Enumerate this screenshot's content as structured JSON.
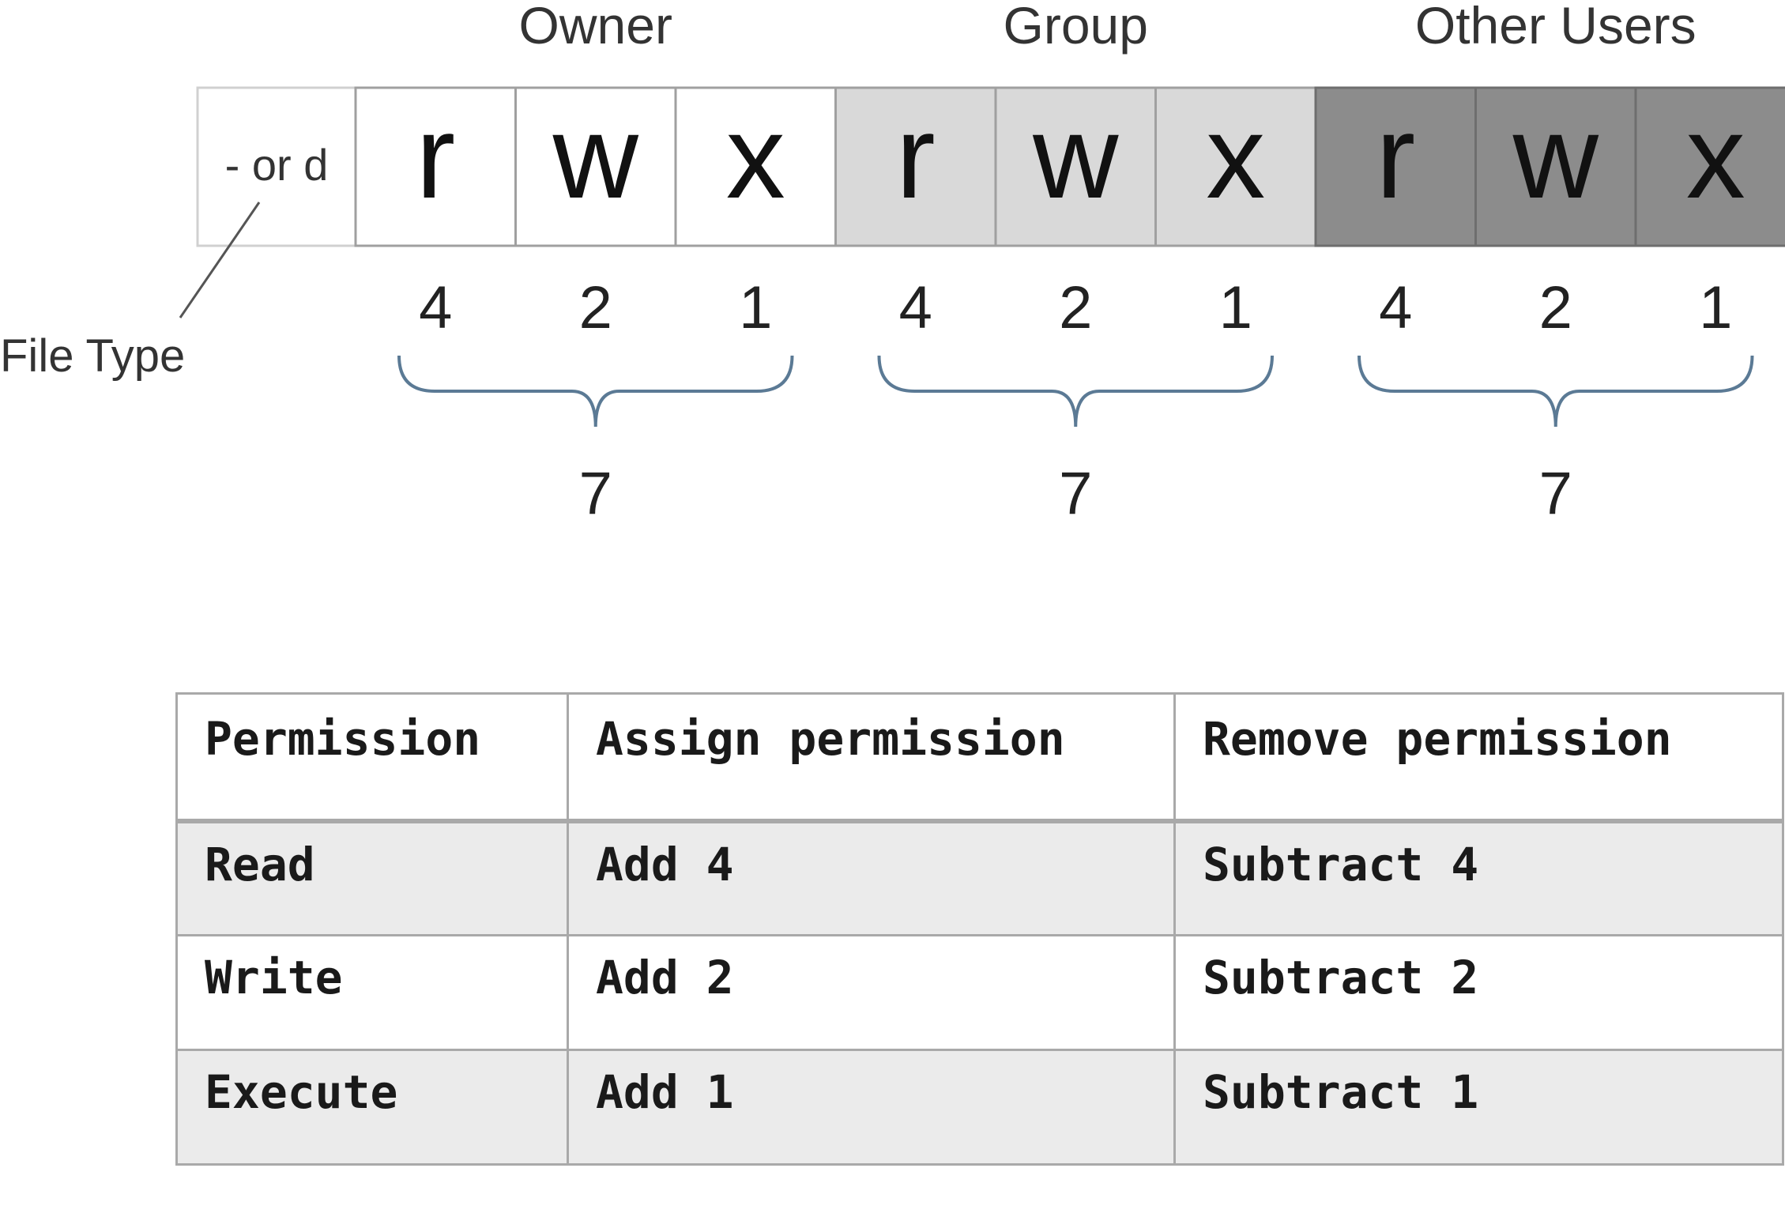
{
  "diagram": {
    "file_type_cell": "- or d",
    "file_type_label": "File Type",
    "groups": [
      {
        "label": "Owner",
        "shade": "#ffffff",
        "letters": [
          "r",
          "w",
          "x"
        ],
        "values": [
          "4",
          "2",
          "1"
        ],
        "sum": "7"
      },
      {
        "label": "Group",
        "shade": "#d9d9d9",
        "letters": [
          "r",
          "w",
          "x"
        ],
        "values": [
          "4",
          "2",
          "1"
        ],
        "sum": "7"
      },
      {
        "label": "Other Users",
        "shade": "#8c8c8c",
        "letters": [
          "r",
          "w",
          "x"
        ],
        "values": [
          "4",
          "2",
          "1"
        ],
        "sum": "7"
      }
    ],
    "brace_color": "#5b7a95"
  },
  "table": {
    "headers": [
      "Permission",
      "Assign permission",
      "Remove permission"
    ],
    "rows": [
      [
        "Read",
        "Add 4",
        "Subtract 4"
      ],
      [
        "Write",
        "Add 2",
        "Subtract 2"
      ],
      [
        "Execute",
        "Add 1",
        "Subtract 1"
      ]
    ]
  }
}
